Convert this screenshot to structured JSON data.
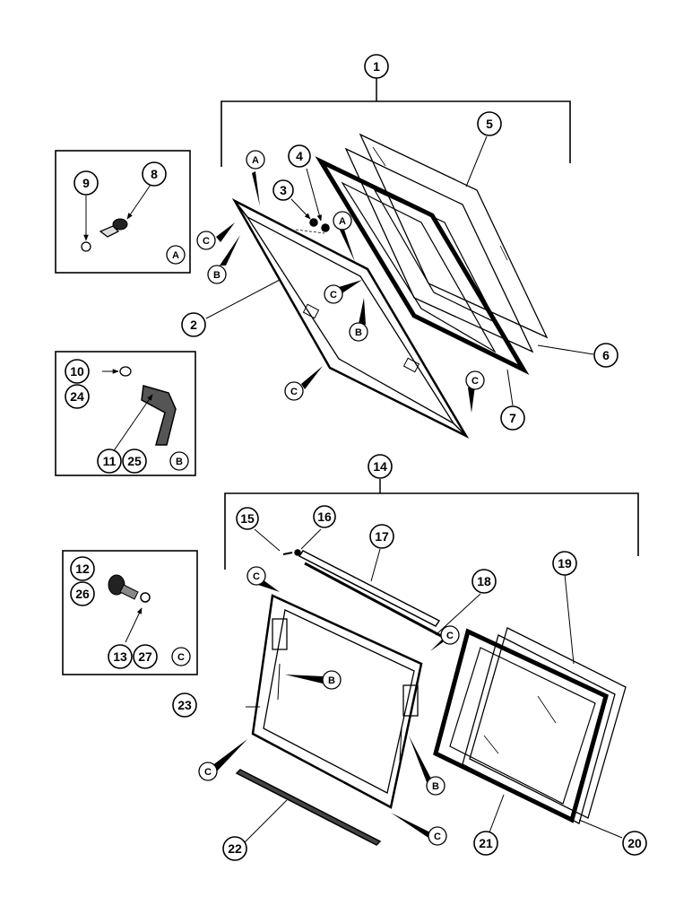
{
  "diagram": {
    "callouts": {
      "c1": "1",
      "c2": "2",
      "c3": "3",
      "c4": "4",
      "c5": "5",
      "c6": "6",
      "c7": "7",
      "c8": "8",
      "c9": "9",
      "c10": "10",
      "c11": "11",
      "c12": "12",
      "c13": "13",
      "c14": "14",
      "c15": "15",
      "c16": "16",
      "c17": "17",
      "c18": "18",
      "c19": "19",
      "c20": "20",
      "c21": "21",
      "c22": "22",
      "c23": "23",
      "c24": "24",
      "c25": "25",
      "c26": "26",
      "c27": "27"
    },
    "letters": {
      "a": "A",
      "b": "B",
      "c": "C"
    }
  }
}
